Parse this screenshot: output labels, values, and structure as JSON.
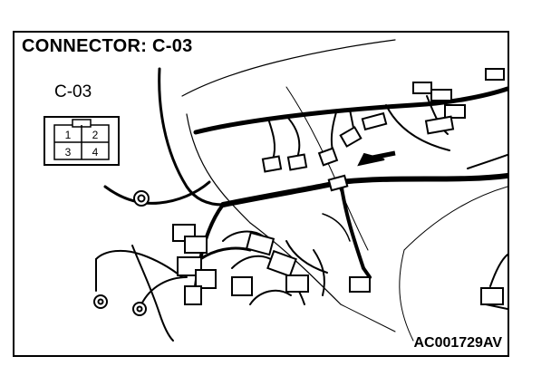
{
  "diagram": {
    "title": "CONNECTOR: C-03",
    "connector_label": "C-03",
    "connector_pins": [
      "1",
      "2",
      "3",
      "4"
    ],
    "figure_id": "AC001729AV",
    "line_color": "#000000",
    "background_color": "#ffffff",
    "pointer": "arrow-icon"
  }
}
